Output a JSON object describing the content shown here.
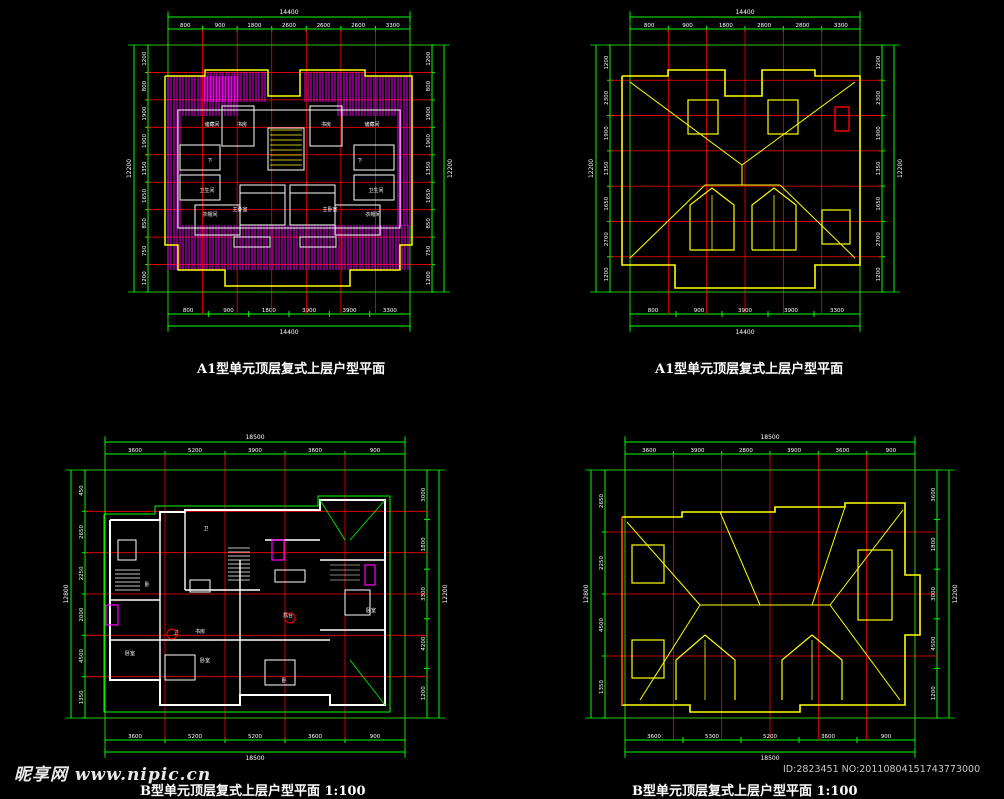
{
  "plans": [
    {
      "id": "a1-left",
      "title": "A1型单元顶层复式上层户型平面",
      "top_total": "14400",
      "top_dims": [
        "800",
        "900",
        "1800",
        "2600",
        "2600",
        "2600",
        "3300"
      ],
      "bottom_total": "14400",
      "bottom_dims": [
        "800",
        "900",
        "1800",
        "3900",
        "3900",
        "3300"
      ],
      "left_total": "12200",
      "left_dims": [
        "1200",
        "800",
        "1900",
        "1900",
        "1350",
        "1650",
        "850",
        "750",
        "1200"
      ],
      "right_total": "12200",
      "right_dims": [
        "1200",
        "800",
        "1900",
        "1900",
        "1350",
        "1650",
        "850",
        "750",
        "1200"
      ],
      "room_labels": [
        "储藏间",
        "书房",
        "书房",
        "储藏间",
        "下",
        "下",
        "卫生间",
        "卫生间",
        "主卧室",
        "主卧室",
        "衣帽间",
        "衣帽间"
      ]
    },
    {
      "id": "a1-right",
      "title": "A1型单元顶层复式上层户型平面",
      "top_total": "14400",
      "top_dims": [
        "800",
        "900",
        "1800",
        "2800",
        "2800",
        "3300"
      ],
      "bottom_total": "14400",
      "bottom_dims": [
        "800",
        "900",
        "3900",
        "3900",
        "3300"
      ],
      "left_total": "12200",
      "left_dims": [
        "1200",
        "2300",
        "1900",
        "1350",
        "1650",
        "2700",
        "1200"
      ],
      "right_total": "12200",
      "right_dims": [
        "1200",
        "2300",
        "1900",
        "1350",
        "1650",
        "2700",
        "1200"
      ]
    },
    {
      "id": "b-left",
      "title": "B型单元顶层复式上层户型平面 1:100",
      "top_total": "18500",
      "top_dims": [
        "3600",
        "5200",
        "3900",
        "3600",
        "900"
      ],
      "bottom_total": "18500",
      "bottom_dims": [
        "3600",
        "5200",
        "5200",
        "3600",
        "900"
      ],
      "left_total": "12800",
      "left_dims": [
        "450",
        "2650",
        "2250",
        "2000",
        "4500",
        "1350"
      ],
      "right_total": "12200",
      "right_dims": [
        "3000",
        "1800",
        "3300",
        "4200",
        "1200"
      ],
      "room_labels": [
        "卧室",
        "卧",
        "书房",
        "卫",
        "卧室",
        "卧",
        "卧室",
        "露台",
        "卫"
      ]
    },
    {
      "id": "b-right",
      "title": "B型单元顶层复式上层户型平面 1:100",
      "top_total": "18500",
      "top_dims": [
        "3600",
        "3900",
        "2800",
        "3900",
        "3600",
        "900"
      ],
      "bottom_total": "18500",
      "bottom_dims": [
        "3600",
        "5300",
        "5200",
        "3600",
        "900"
      ],
      "left_total": "12800",
      "left_dims": [
        "2650",
        "2250",
        "4500",
        "1350"
      ],
      "right_total": "12200",
      "right_dims": [
        "3600",
        "1800",
        "3000",
        "4500",
        "1200"
      ]
    }
  ],
  "watermark": {
    "brand": "昵享网 www.nipic.cn",
    "id_text": "ID:2823451 NO:20110804151743773000"
  },
  "colors": {
    "background": "#000000",
    "dimension_line": "#00ff00",
    "axis_line": "#ff0000",
    "wall": "#ffffff",
    "roof_edge": "#ffff00",
    "roof_hatch": "#ff00ff",
    "dim_text": "#ffffff"
  }
}
